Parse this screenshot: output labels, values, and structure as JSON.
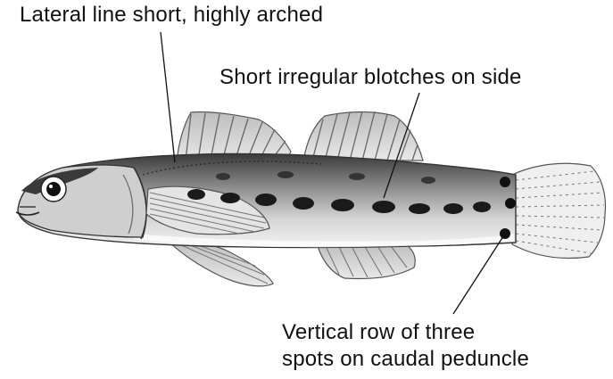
{
  "annotations": {
    "lateral_line": "Lateral line short, highly arched",
    "blotches": "Short irregular blotches on side",
    "spots_line1": "Vertical row of three",
    "spots_line2": "spots on caudal peduncle"
  },
  "colors": {
    "ink": "#111111",
    "body_shade": "#9a9a9a",
    "fin_shade": "#c8c8c8",
    "background": "#ffffff"
  }
}
